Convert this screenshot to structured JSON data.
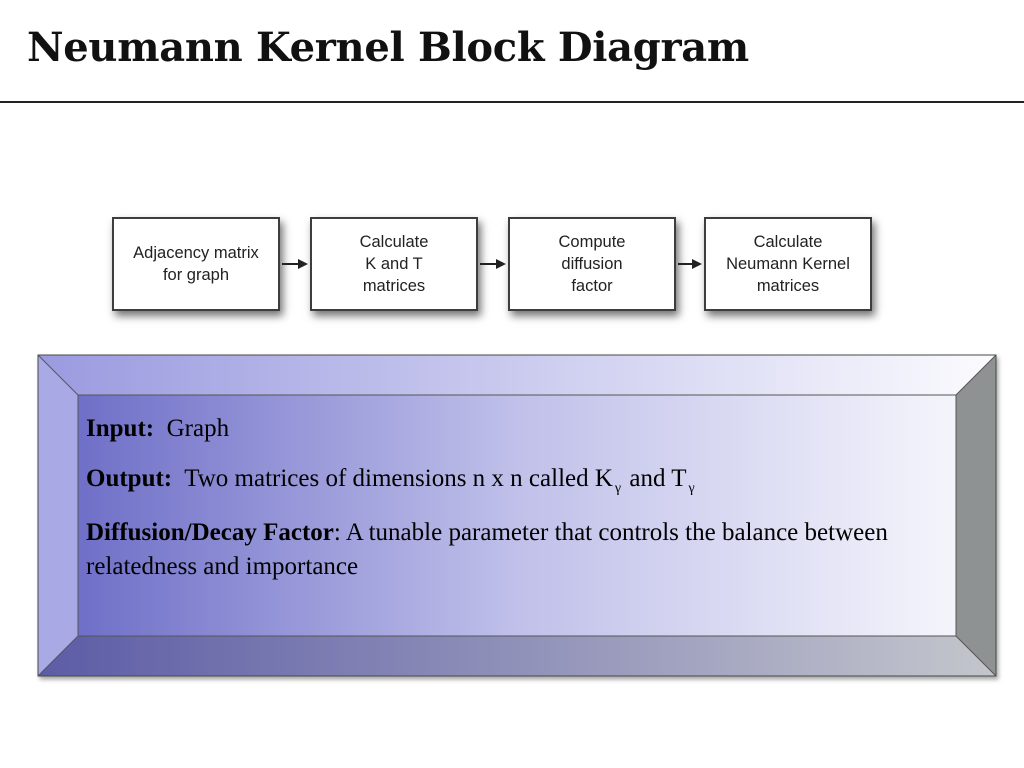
{
  "title": "Neumann Kernel Block Diagram",
  "flow": {
    "boxes": [
      {
        "label": "Adjacency matrix\nfor graph"
      },
      {
        "label": "Calculate\nK and T\nmatrices"
      },
      {
        "label": "Compute\ndiffusion\nfactor"
      },
      {
        "label": "Calculate\nNeumann Kernel\nmatrices"
      }
    ]
  },
  "info": {
    "input_label": "Input:",
    "input_value": "Graph",
    "output_label": "Output:",
    "output_text": "Two matrices of dimensions n x n called K",
    "output_sub1": "γ",
    "output_and": " and T",
    "output_sub2": "γ",
    "factor_label": "Diffusion/Decay Factor",
    "factor_text": ": A tunable parameter that controls the balance between relatedness and importance"
  },
  "colors": {
    "bevel_left": "#6f6fc8",
    "bevel_right": "#f4f5fb",
    "arrow": "#222222"
  }
}
